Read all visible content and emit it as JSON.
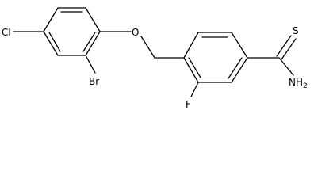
{
  "atoms": {
    "cl": "Cl",
    "br": "Br",
    "o": "O",
    "f": "F",
    "s": "S",
    "nh2": "NH",
    "nh2_sub": "2"
  }
}
